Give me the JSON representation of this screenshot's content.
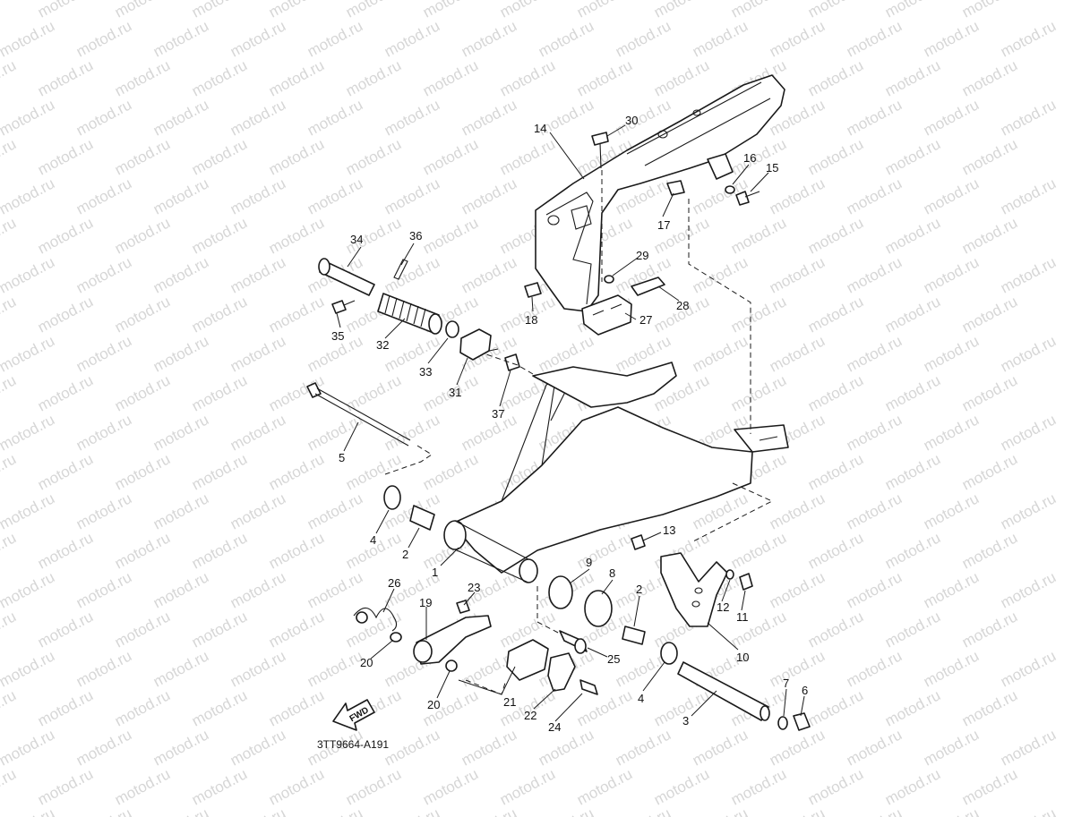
{
  "watermark": {
    "text": "motod.ru"
  },
  "figure_code": "3TT9664-A191",
  "fwd_label": "FWD",
  "callouts": {
    "c1": "1",
    "c2a": "2",
    "c2b": "2",
    "c3": "3",
    "c4a": "4",
    "c4b": "4",
    "c5": "5",
    "c6": "6",
    "c7": "7",
    "c8": "8",
    "c9": "9",
    "c10": "10",
    "c11": "11",
    "c12": "12",
    "c13": "13",
    "c14": "14",
    "c15": "15",
    "c16": "16",
    "c17": "17",
    "c18": "18",
    "c19": "19",
    "c20a": "20",
    "c20b": "20",
    "c21": "21",
    "c22": "22",
    "c23": "23",
    "c24": "24",
    "c25": "25",
    "c26": "26",
    "c27": "27",
    "c28": "28",
    "c29": "29",
    "c30": "30",
    "c31": "31",
    "c32": "32",
    "c33": "33",
    "c34": "34",
    "c35": "35",
    "c36": "36",
    "c37": "37"
  }
}
